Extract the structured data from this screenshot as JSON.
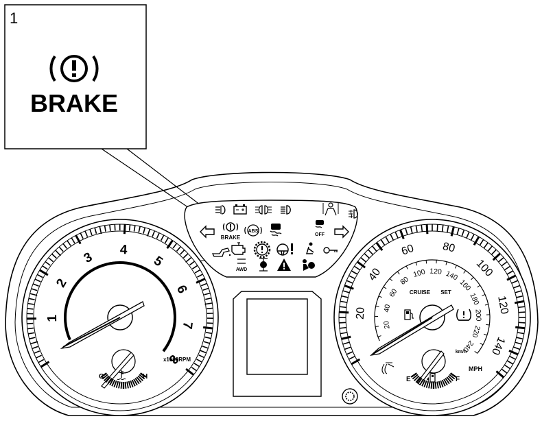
{
  "callout": {
    "number": "1",
    "label": "BRAKE"
  },
  "indicators": {
    "brake_label": "BRAKE",
    "abs_label": "ABS",
    "off_label": "OFF",
    "awd_label": "AWD"
  },
  "tachometer": {
    "numbers": [
      "1",
      "2",
      "3",
      "4",
      "5",
      "6",
      "7",
      "8"
    ],
    "unit": "x1000RPM",
    "temp_cold": "C",
    "temp_hot": "H"
  },
  "speedometer": {
    "mph_numbers": [
      "20",
      "40",
      "60",
      "80",
      "100",
      "120",
      "140"
    ],
    "kmh_numbers": [
      "20",
      "40",
      "60",
      "80",
      "100",
      "120",
      "140",
      "160",
      "180",
      "200",
      "220",
      "240"
    ],
    "kmh_unit": "km/h",
    "mph_unit": "MPH",
    "cruise": "CRUISE",
    "set": "SET",
    "fuel_empty": "E",
    "fuel_full": "F"
  }
}
